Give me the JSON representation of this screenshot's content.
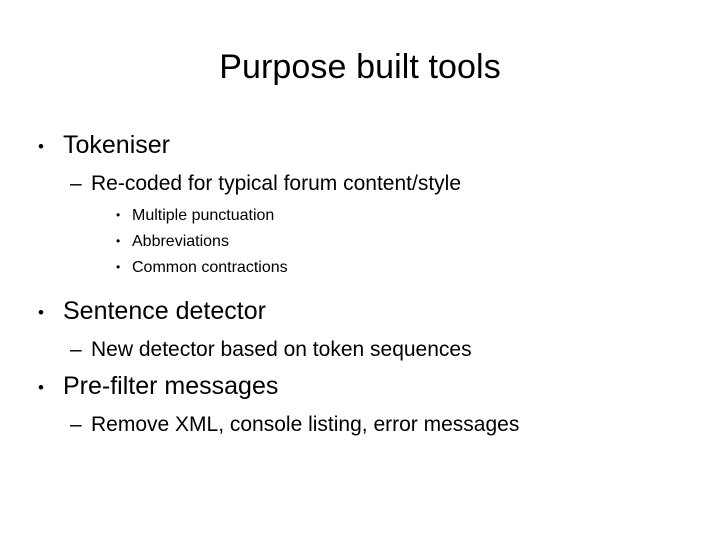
{
  "slide": {
    "title": "Purpose built tools",
    "background_color": "#ffffff",
    "text_color": "#000000",
    "bullet_glyphs": {
      "level1": "•",
      "level2": "–",
      "level3": "•"
    },
    "outline": [
      {
        "level": 1,
        "text": "Tokeniser"
      },
      {
        "level": 2,
        "text": "Re-coded for typical forum content/style"
      },
      {
        "level": 3,
        "text": "Multiple punctuation"
      },
      {
        "level": 3,
        "text": "Abbreviations"
      },
      {
        "level": 3,
        "text": "Common contractions"
      },
      {
        "level": 1,
        "text": "Sentence detector"
      },
      {
        "level": 2,
        "text": "New detector based on token sequences"
      },
      {
        "level": 1,
        "text": "Pre-filter messages"
      },
      {
        "level": 2,
        "text": "Remove XML, console listing, error messages"
      }
    ]
  }
}
